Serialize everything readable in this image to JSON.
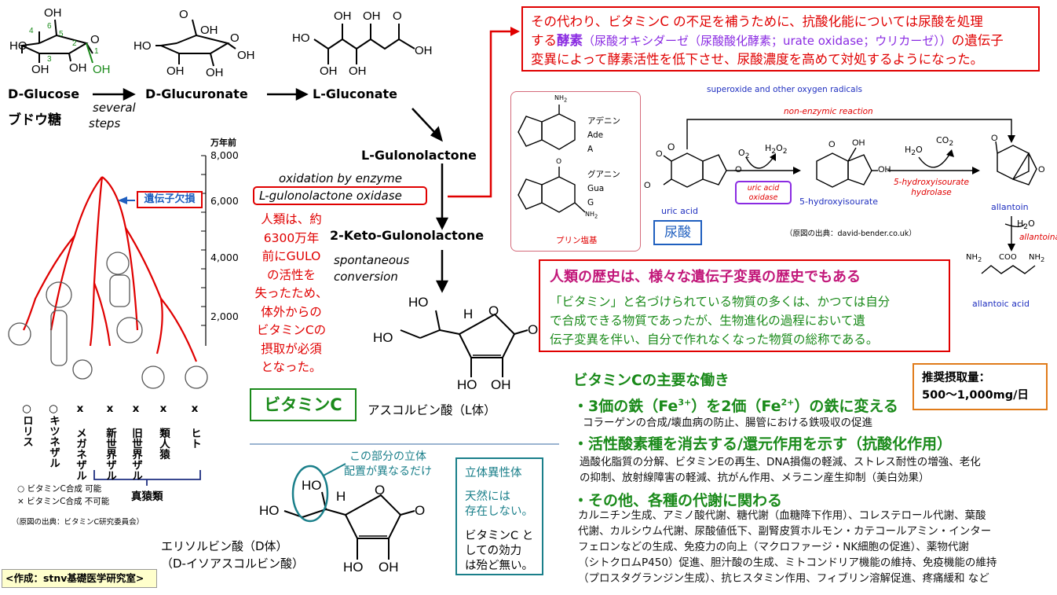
{
  "pathway": {
    "glucose": "D-Glucose",
    "glucose_jp": "ブドウ糖",
    "several_steps_1": "several",
    "several_steps_2": "steps",
    "glucuronate": "D-Glucuronate",
    "gluconate": "L-Gluconate",
    "gulonolactone": "L-Gulonolactone",
    "oxidation_by_enzyme": "oxidation by enzyme",
    "enzyme": "L-gulonolactone oxidase",
    "keto": "2-Keto-Gulonolactone",
    "spontaneous_1": "spontaneous",
    "spontaneous_2": "conversion",
    "vitc_label": "ビタミンC",
    "ascorbic": "アスコルビン酸（L体）",
    "human_note_lines": [
      "人類は、約",
      "6300万年",
      "前にGULO",
      "の活性を",
      "失ったため、",
      "体外からの",
      "ビタミンCの",
      "摂取が必須",
      "となった。"
    ]
  },
  "atoms": {
    "OH": "OH",
    "O": "O",
    "HO": "HO",
    "H": "H",
    "c1": "1",
    "c2": "2",
    "c3": "3",
    "c4": "4",
    "c5": "5",
    "c6": "6"
  },
  "tree": {
    "unit": "万年前",
    "ticks": [
      "8,000",
      "6,000",
      "4,000",
      "2,000"
    ],
    "gene_loss": "遺伝子欠損",
    "species": [
      "○ロリス",
      "○キツネザル",
      "x メガネザル",
      "x 新世界ザル",
      "x 旧世界ザル",
      "x 類人猿",
      "x ヒト"
    ],
    "group": "真猿類",
    "legend_can": "○ ビタミンC合成 可能",
    "legend_cannot": "× ビタミンC合成 不可能",
    "source": "（原図の出典：ビタミンC研究委員会）"
  },
  "isomer": {
    "callout": [
      "この部分の立体",
      "配置が異なるだけ"
    ],
    "name1": "エリソルビン酸（D体）",
    "name2": "（D-イソアスコルビン酸）",
    "box_title": "立体異性体",
    "box_l1": [
      "天然には",
      "存在しない。"
    ],
    "box_l2": [
      "ビタミンC と",
      "しての効力",
      "は殆ど無い。"
    ]
  },
  "credit": "<作成：stnv基礎医学研究室>",
  "urate": {
    "top_lines": [
      "その代わり、ビタミンC の不足を補うために、抗酸化能については尿酸を処理",
      "する",
      "酵素",
      "（尿酸オキシダーゼ（尿酸酸化酵素；urate oxidase；ウリカーゼ））",
      "の遺伝子",
      "変異によって酵素活性を低下させ、尿酸濃度を高めて対処するようになった。"
    ],
    "superoxide": "superoxide and other oxygen radicals",
    "nonenzymic": "non-enzymic reaction",
    "adenine": [
      "アデニン",
      "Ade",
      "A"
    ],
    "guanine": [
      "グアニン",
      "Gua",
      "G"
    ],
    "purine": "プリン塩基",
    "uric_acid": "uric acid",
    "uric_jp": "尿酸",
    "o2": "O",
    "h2o2": "H",
    "sub2": "2",
    "oxidase": [
      "uric acid",
      "oxidase"
    ],
    "hydroxy": "5-hydroxyisourate",
    "h2o": "H",
    "co2": "CO",
    "hydrolase": [
      "5-hydroxyisourate",
      "hydrolase"
    ],
    "allantoin": "allantoin",
    "allantoinase": "allantoinase",
    "allantoic": "allantoic acid",
    "source": "（原図の出典：david-bender.co.uk）",
    "nh2": "NH",
    "nh": "NH",
    "n": "N",
    "coo": "COO"
  },
  "history": {
    "title": "人類の歴史は、様々な遺伝子変異の歴史でもある",
    "lines": [
      "「ビタミン」と名づけられている物質の多くは、かつては自分",
      "で合成できる物質であったが、生物進化の過程において遺",
      "伝子変異を伴い、自分で作れなくなった物質の総称である。"
    ]
  },
  "functions": {
    "title": "ビタミンCの主要な働き",
    "recommend_1": "推奨摂取量：",
    "recommend_2": "500～1,000mg/日",
    "h1a": "・3価の鉄（Fe",
    "h1sup1": "3+",
    "h1b": "）を2価（Fe",
    "h1sup2": "2+",
    "h1c": "）の鉄に変える",
    "d1": "コラーゲンの合成/壊血病の防止、腸管における鉄吸収の促進",
    "h2": "・活性酸素種を消去する/還元作用を示す（抗酸化作用）",
    "d2": [
      "過酸化脂質の分解、ビタミンEの再生、DNA損傷の軽減、ストレス耐性の増強、老化",
      "の抑制、放射線障害の軽減、抗がん作用、メラニン産生抑制（美白効果）"
    ],
    "h3": "・その他、各種の代謝に関わる",
    "d3": [
      "カルニチン生成、アミノ酸代謝、糖代謝（血糖降下作用）、コレステロール代謝、葉酸",
      "代謝、カルシウム代謝、尿酸値低下、副腎皮質ホルモン・カテコールアミン・インター",
      "フェロンなどの生成、免疫力の向上（マクロファージ・NK細胞の促進）、薬物代謝",
      "（シトクロムP450）促進、胆汁酸の生成、ミトコンドリア機能の維持、免疫機能の維持",
      "（プロスタグランジン生成）、抗ヒスタミン作用、フィブリン溶解促進、疼痛緩和 など"
    ]
  },
  "colors": {
    "red": "#e00000",
    "green": "#1a8a1a",
    "purple": "#8a2be2",
    "blue": "#1f5fbf",
    "teal": "#1a7f8a",
    "orange": "#e07b1a"
  }
}
